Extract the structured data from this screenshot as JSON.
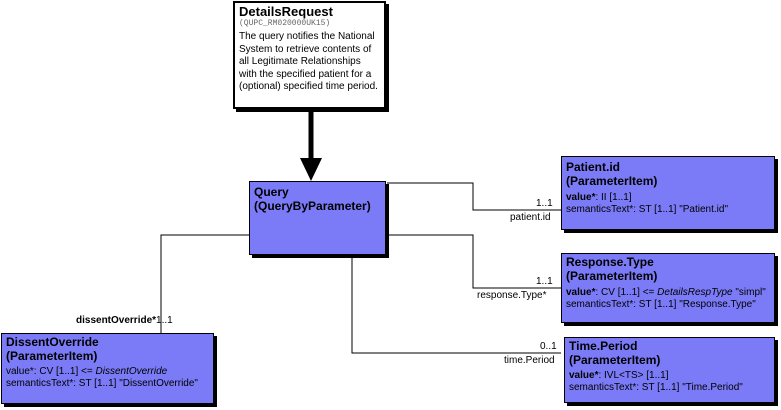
{
  "entry_point": {
    "title": "DetailsRequest",
    "id": "(QUPC_RM020000UK15)",
    "description": "The query notifies the National System to retrieve contents of all Legitimate Relationships with the specified patient for a (optional) specified time period."
  },
  "query": {
    "name": "Query",
    "type": "(QueryByParameter)"
  },
  "patient_id": {
    "name": "Patient.id",
    "type": "(ParameterItem)",
    "attr1_name": "value*",
    "attr1_rest": ": II [1..1]",
    "attr2": "semanticsText*: ST [1..1] \"Patient.id\"",
    "role": "patient.id",
    "mult": "1..1"
  },
  "response_type": {
    "name": "Response.Type",
    "type": "(ParameterItem)",
    "attr1_name": "value*",
    "attr1_pre": ": CV [1..1] <= ",
    "attr1_domain": "DetailsRespType",
    "attr1_post": " \"simpl\"",
    "attr2": "semanticsText*: ST [1..1] \"Response.Type\"",
    "role": "response.Type*",
    "mult": "1..1"
  },
  "time_period": {
    "name": "Time.Period",
    "type": "(ParameterItem)",
    "attr1_name": "value*",
    "attr1_rest": ": IVL<TS> [1..1]",
    "attr2": "semanticsText*: ST [1..1] \"Time.Period\"",
    "role": "time.Period",
    "mult": "0..1"
  },
  "dissent_override": {
    "name": "DissentOverride",
    "type": "(ParameterItem)",
    "attr1_pre": "value*: CV [1..1] <= ",
    "attr1_domain": "DissentOverride",
    "attr2": "semanticsText*: ST [1..1] \"DissentOverride\"",
    "role": "dissentOverride*",
    "mult": "1..1"
  }
}
